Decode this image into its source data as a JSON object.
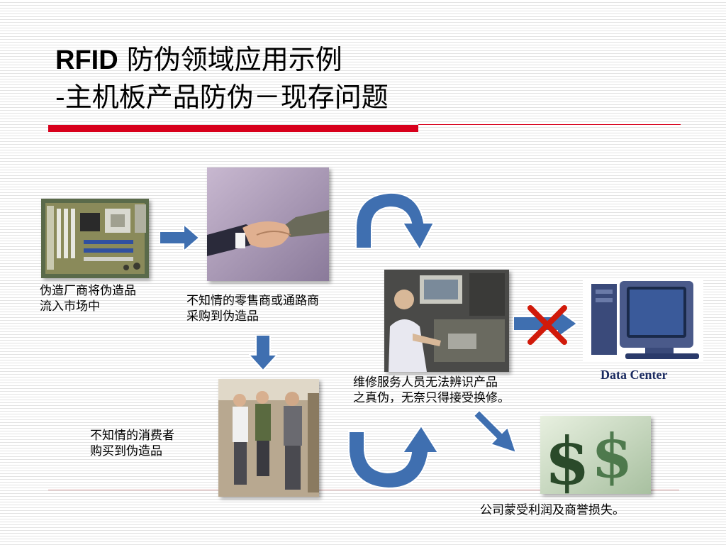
{
  "slide": {
    "title_line1_latin": "RFID",
    "title_line1_rest": "防伪领域应用示例",
    "title_line2": "-主机板产品防伪－现存问题"
  },
  "captions": {
    "counterfeiter": [
      "伪造厂商将伪造品",
      "流入市场中"
    ],
    "retailer": [
      "不知情的零售商或通路商",
      "采购到伪造品"
    ],
    "consumer": [
      "不知情的消费者",
      "购买到伪造品"
    ],
    "repair": [
      "维修服务人员无法辨识产品",
      "之真伪，无奈只得接受换修。"
    ],
    "company_loss": "公司蒙受利润及商誉损失。",
    "data_center": "Data Center"
  },
  "icons": {
    "motherboard": "motherboard-photo",
    "handshake": "handshake-photo",
    "repair": "repair-technician-photo",
    "computer": "computer-server-photo",
    "consumers": "crowd-photo",
    "money": "dollar-sign-photo",
    "blocked": "red-x-icon"
  },
  "colors": {
    "arrow_blue": "#3f6fb0",
    "title_red": "#d8001c",
    "x_red": "#d11a0a"
  }
}
